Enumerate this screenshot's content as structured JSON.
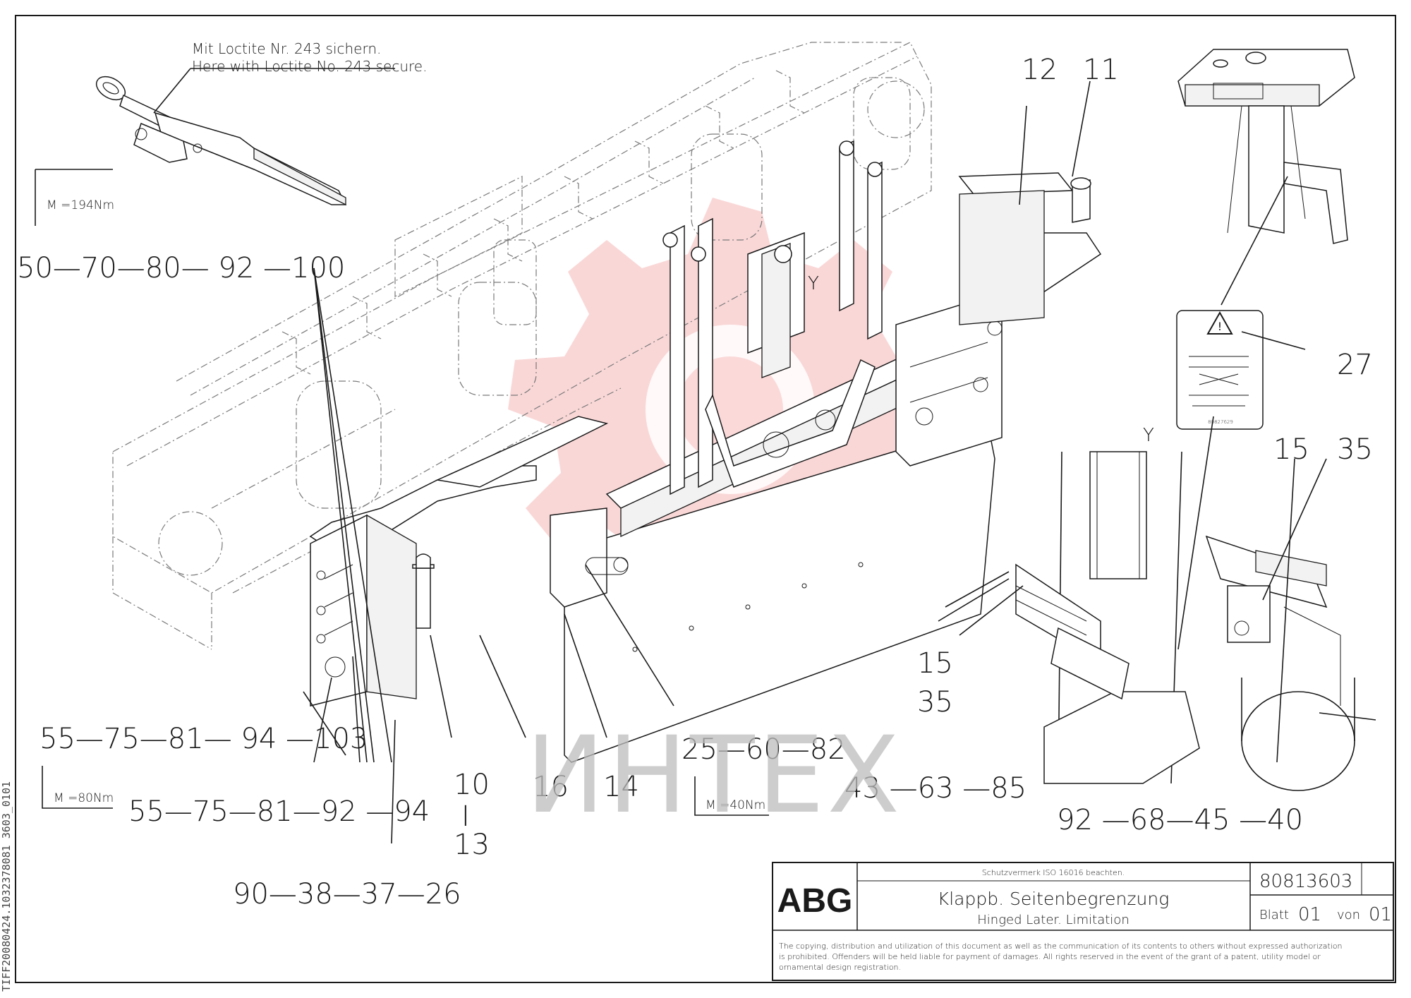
{
  "notes": {
    "loctite_de": "Mit Loctite Nr. 243 sichern.",
    "loctite_en": "Here with Loctite No. 243 secure."
  },
  "torques": {
    "t194": "M =194Nm",
    "t80": "M =80Nm",
    "t40": "M =40Nm"
  },
  "callouts": {
    "c_50_100": "50—70—80— 92 —100",
    "c_55_103": "55—75—81— 94 —103",
    "c_55_94": "55—75—81—92 —94",
    "c_90_26": "90—38—37—26",
    "c_10": "10",
    "c_bar": "I",
    "c_13": "13",
    "c_16": "16",
    "c_14": "14",
    "c_25_82": "25—60—82",
    "c_43_85": "43 —63 —85",
    "c_92_40": "92 —68—45 —40",
    "c_12": "12",
    "c_11": "11",
    "c_27": "27",
    "c_15a": "15",
    "c_35a": "35",
    "c_15b": "15",
    "c_35b": "35"
  },
  "view_markers": {
    "y_main": "Y",
    "y_detail": "Y"
  },
  "warning_label_code": "80827629",
  "watermark": "ИНТЕХ",
  "side_id": "TIFF20080424.1032378081 3603_0101",
  "title_block": {
    "logo": "ABG",
    "protection_note": "Schutzvermerk ISO 16016 beachten.",
    "title_de": "Klappb. Seitenbegrenzung",
    "title_en": "Hinged Later. Limitation",
    "drawing_number": "80813603",
    "sheet_label": "Blatt",
    "sheet_value": "01",
    "of_label": "von",
    "of_value": "01",
    "copyright_line1": "The copying, distribution and utilization of this document as well as the communication of its contents to others without expressed authorization",
    "copyright_line2": "is prohibited. Offenders will be held liable for payment of damages. All rights reserved in the event of the grant of a patent, utility model or",
    "copyright_line3": "ornamental design registration."
  },
  "colors": {
    "ink": "#1a1a1a",
    "watermark_red": "#e84a4a",
    "watermark_gray": "#bdbdbd",
    "phantom": "#7a7a7a"
  }
}
